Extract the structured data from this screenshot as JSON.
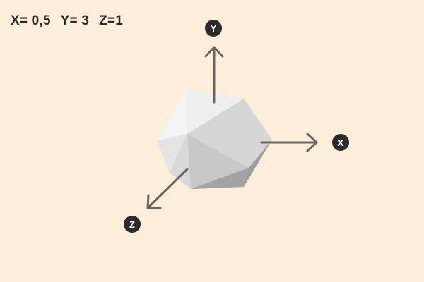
{
  "coordinates": {
    "x_text": "X= 0,5",
    "y_text": "Y= 3",
    "z_text": "Z=1"
  },
  "axes": {
    "x_label": "X",
    "y_label": "Y",
    "z_label": "Z"
  },
  "colors": {
    "background": "#FDEEDC",
    "arrow": "#6A6560",
    "label_bg": "#2B2B2B",
    "label_text": "#FFFFFF"
  },
  "icons": {
    "shape": "icosahedron-icon"
  }
}
